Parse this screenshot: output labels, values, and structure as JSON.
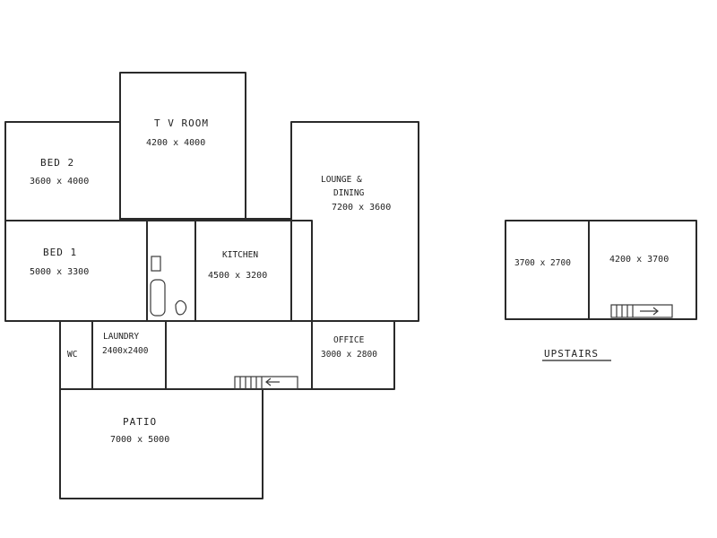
{
  "rooms": {
    "tv_room": {
      "name": "T V ROOM",
      "size": "4200 x 4000"
    },
    "bed2": {
      "name": "BED 2",
      "size": "3600 x 4000"
    },
    "lounge": {
      "name_line1": "LOUNGE &",
      "name_line2": "DINING",
      "size": "7200 x 3600"
    },
    "bed1": {
      "name": "BED 1",
      "size": "5000 x 3300"
    },
    "kitchen": {
      "name": "KITCHEN",
      "size": "4500 x 3200"
    },
    "wc": {
      "name": "WC"
    },
    "laundry": {
      "name": "LAUNDRY",
      "size": "2400x2400"
    },
    "office": {
      "name": "OFFICE",
      "size": "3000 x 2800"
    },
    "patio": {
      "name": "PATIO",
      "size": "7000 x 5000"
    },
    "upstairs_left": {
      "size": "3700 x 2700"
    },
    "upstairs_right": {
      "size": "4200 x 3700"
    }
  },
  "upstairs_label": "UPSTAIRS"
}
